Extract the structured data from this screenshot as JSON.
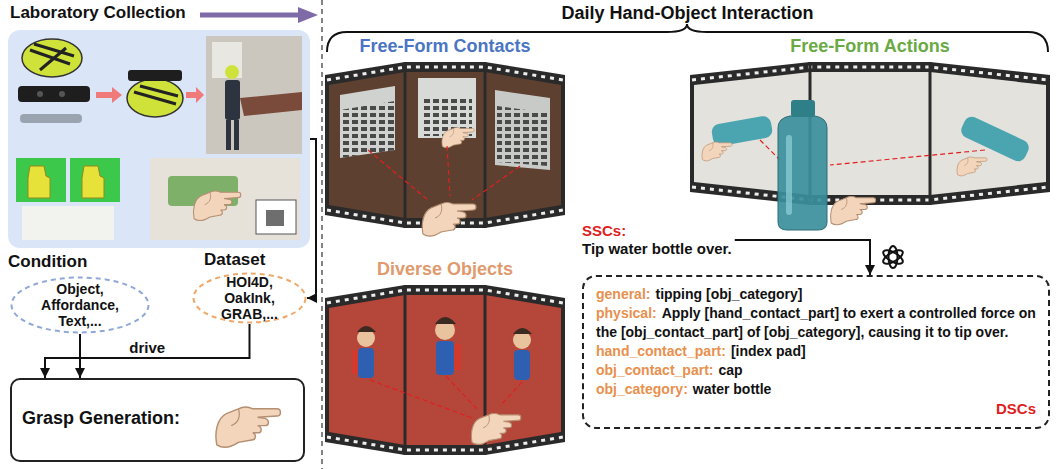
{
  "diagram": {
    "nodes": [
      {
        "text": [
          "Laboratory Collection"
        ]
      },
      {
        "text": [
          "Condition",
          "Object, Affordance, Text,..."
        ]
      },
      {
        "text": [
          "Dataset",
          "HOI4D, OakInk, GRAB,..."
        ]
      },
      {
        "text": [
          "Grasp Generation:"
        ]
      },
      {
        "text": [
          "Free-Form Contacts"
        ]
      },
      {
        "text": [
          "Free-Form Actions"
        ]
      },
      {
        "text": [
          "Diverse Objects"
        ]
      },
      {
        "text": [
          "SSCs:",
          "Tip water bottle over."
        ]
      },
      {
        "text": [
          "general:",
          "tipping [obj_category]",
          "physical:",
          "Apply [hand_contact_part] to exert a controlled force on the [obj_contact_part] of [obj_category], causing it to tip over.",
          "hand_contact_part:",
          "[index pad]",
          "obj_contact_part:",
          "cap",
          "obj_category:",
          "water bottle",
          "DSCs"
        ]
      }
    ],
    "edges": [
      {
        "from": 0,
        "to": 2,
        "arrow": "to"
      },
      {
        "from": 2,
        "to": 3,
        "label": "drive",
        "arrow": "to"
      },
      {
        "from": 1,
        "to": 3,
        "arrow": "to"
      },
      {
        "from": 7,
        "to": 8,
        "arrow": "to"
      }
    ],
    "labels": [
      "Daily Hand-Object Interaction"
    ]
  }
}
